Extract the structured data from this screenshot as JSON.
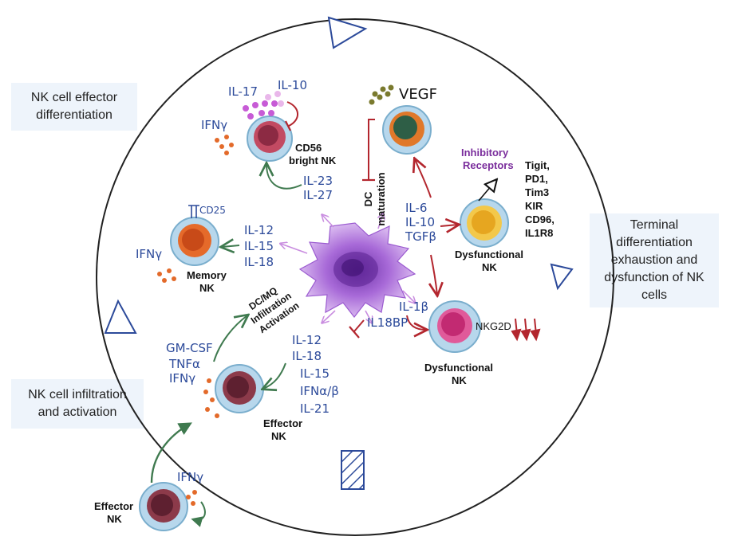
{
  "boxes": {
    "effector_diff": "NK cell effector\ndifferentiation",
    "terminal": "Terminal\ndifferentiation\nexhaustion and\ndysfunction of NK\ncells",
    "infiltration": "NK cell infiltration\nand activation"
  },
  "cells": {
    "cd56_label_1": "CD56",
    "cd56_label_2": "bright NK",
    "memory_label_1": "Memory",
    "memory_label_2": "NK",
    "effector_label_1": "Effector",
    "effector_label_2": "NK",
    "outer_effector_1": "Effector",
    "outer_effector_2": "NK",
    "dys1_label_1": "Dysfunctional",
    "dys1_label_2": "NK",
    "dys2_label_1": "Dysfunctional",
    "dys2_label_2": "NK"
  },
  "cytokines": {
    "il17": "IL-17",
    "il10_top": "IL-10",
    "ifng_top": "IFNγ",
    "vegf": "VEGF",
    "il23": "IL-23",
    "il27": "IL-27",
    "cd25": "CD25",
    "il12_mem": "IL-12",
    "il15_mem": "IL-15",
    "il18_mem": "IL-18",
    "ifng_mem": "IFNγ",
    "il6": "IL-6",
    "il10_dys": "IL-10",
    "tgfb": "TGFβ",
    "il1b": "IL-1β",
    "il18bp": "IL18BP",
    "gmcsf": "GM-CSF",
    "tnfa": "TNFα",
    "ifng_eff": "IFNγ",
    "il12_eff": "IL-12",
    "il18_eff": "IL-18",
    "il15_eff": "IL-15",
    "ifnab": "IFNα/β",
    "il21": "IL-21",
    "ifng_outer": "IFNγ"
  },
  "labels": {
    "dc_1": "DC",
    "dc_2": "maturation",
    "dcmq_1": "DC/MQ",
    "dcmq_2": "Infiltration",
    "dcmq_3": "Activation",
    "inhib_1": "Inhibitory",
    "inhib_2": "Receptors",
    "receptors": [
      "Tigit,",
      "PD1,",
      "Tim3",
      "KIR",
      "CD96,",
      "IL1R8"
    ],
    "nkg2d": "NKG2D"
  },
  "colors": {
    "accent_blue": "#2c4a9a",
    "green_arrow": "#3f7a4f",
    "red_arrow": "#b3262e",
    "purple_label": "#7a2d9c",
    "box_bg": "#eef4fb"
  }
}
